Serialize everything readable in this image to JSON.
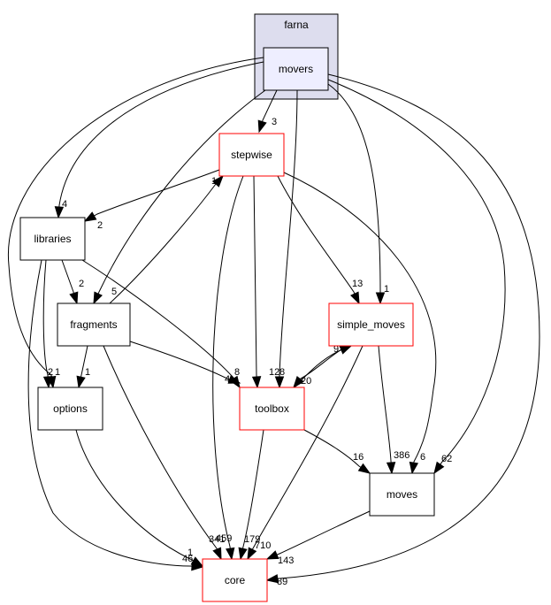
{
  "title": "farna/movers directory dependency graph",
  "colors": {
    "cluster_fill": "#ddddee",
    "focus_fill": "#eeeeff",
    "truncated_border": "#ff0000",
    "normal_border": "#000000"
  },
  "cluster": {
    "label": "farna"
  },
  "nodes": [
    {
      "id": "movers",
      "label": "movers",
      "style": "focus"
    },
    {
      "id": "stepwise",
      "label": "stepwise",
      "style": "red"
    },
    {
      "id": "libraries",
      "label": "libraries",
      "style": "normal"
    },
    {
      "id": "fragments",
      "label": "fragments",
      "style": "normal"
    },
    {
      "id": "options",
      "label": "options",
      "style": "normal"
    },
    {
      "id": "simple_moves",
      "label": "simple_moves",
      "style": "red"
    },
    {
      "id": "toolbox",
      "label": "toolbox",
      "style": "red"
    },
    {
      "id": "moves",
      "label": "moves",
      "style": "normal"
    },
    {
      "id": "core",
      "label": "core",
      "style": "red"
    }
  ],
  "edges": [
    {
      "from": "movers",
      "to": "stepwise",
      "label": "3"
    },
    {
      "from": "movers",
      "to": "libraries",
      "label": "4"
    },
    {
      "from": "movers",
      "to": "fragments",
      "label": "5"
    },
    {
      "from": "movers",
      "to": "options",
      "label": "2"
    },
    {
      "from": "movers",
      "to": "toolbox",
      "label": "8"
    },
    {
      "from": "movers",
      "to": "simple_moves",
      "label": "1"
    },
    {
      "from": "movers",
      "to": "moves",
      "label": "62"
    },
    {
      "from": "movers",
      "to": "core",
      "label": "89"
    },
    {
      "from": "stepwise",
      "to": "libraries",
      "label": "2"
    },
    {
      "from": "stepwise",
      "to": "toolbox",
      "label": "12"
    },
    {
      "from": "stepwise",
      "to": "simple_moves",
      "label": "13"
    },
    {
      "from": "stepwise",
      "to": "moves",
      "label": "6"
    },
    {
      "from": "stepwise",
      "to": "core",
      "label": "459"
    },
    {
      "from": "libraries",
      "to": "fragments",
      "label": "2"
    },
    {
      "from": "libraries",
      "to": "options",
      "label": "1"
    },
    {
      "from": "libraries",
      "to": "toolbox",
      "label": "8"
    },
    {
      "from": "libraries",
      "to": "core",
      "label": "46"
    },
    {
      "from": "fragments",
      "to": "stepwise",
      "label": "1"
    },
    {
      "from": "fragments",
      "to": "options",
      "label": "1"
    },
    {
      "from": "fragments",
      "to": "toolbox",
      "label": "4"
    },
    {
      "from": "fragments",
      "to": "core",
      "label": "341"
    },
    {
      "from": "options",
      "to": "core",
      "label": "1"
    },
    {
      "from": "simple_moves",
      "to": "toolbox",
      "label": "20"
    },
    {
      "from": "simple_moves",
      "to": "moves",
      "label": "386"
    },
    {
      "from": "simple_moves",
      "to": "core",
      "label": "179"
    },
    {
      "from": "toolbox",
      "to": "simple_moves",
      "label": "9"
    },
    {
      "from": "toolbox",
      "to": "moves",
      "label": "16"
    },
    {
      "from": "toolbox",
      "to": "core",
      "label": "710"
    },
    {
      "from": "moves",
      "to": "core",
      "label": "143"
    }
  ]
}
